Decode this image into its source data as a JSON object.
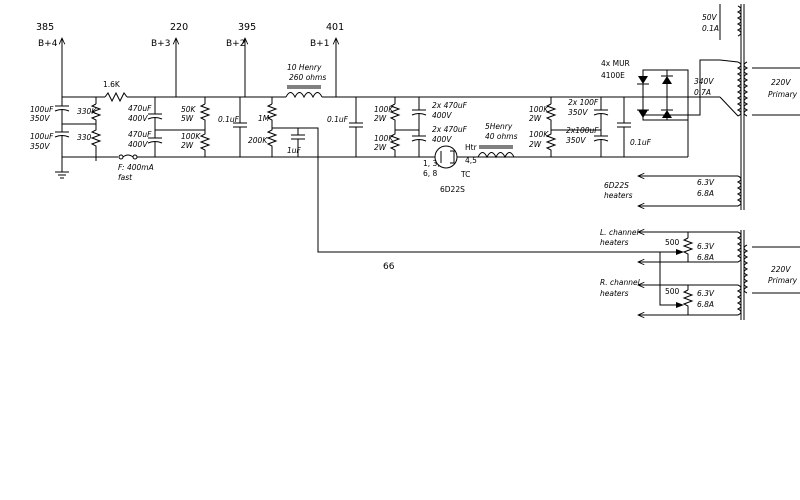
{
  "rails": [
    {
      "voltage": "385",
      "name": "B+4"
    },
    {
      "voltage": "220",
      "name": "B+3"
    },
    {
      "voltage": "395",
      "name": "B+2"
    },
    {
      "voltage": "401",
      "name": "B+1"
    }
  ],
  "components": {
    "c_b4_top": [
      "100uF",
      "350V"
    ],
    "c_b4_bot": [
      "100uF",
      "350V"
    ],
    "r_b4_top": "330K",
    "r_b4_bot": "330",
    "r_series": "1.6K",
    "fuse": [
      "F: 400mA",
      "fast"
    ],
    "c_470_top": [
      "470uF",
      "400V"
    ],
    "c_470_bot": [
      "470uF",
      "400V"
    ],
    "r_50k": [
      "50K",
      "5W"
    ],
    "r_100k_a": [
      "100K",
      "2W"
    ],
    "c_01_a": "0.1uF",
    "r_1m": "1M",
    "r_200k": "200K",
    "c_1uf": "1uF",
    "choke1": [
      "10 Henry",
      "260 ohms"
    ],
    "c_01_b": "0.1uF",
    "r_100k_b": [
      "100K",
      "2W"
    ],
    "r_100k_c": [
      "100K",
      "2W"
    ],
    "c_2x470_top": [
      "2x 470uF",
      "400V"
    ],
    "c_2x470_bot": [
      "2x 470uF",
      "400V"
    ],
    "tube_pins": [
      "1, 3,",
      "6, 8"
    ],
    "tube_htr": [
      "Htr",
      "4,5"
    ],
    "tube_tc": "TC",
    "tube_name": "6D22S",
    "choke2": [
      "5Henry",
      "40 ohms"
    ],
    "r_100k_d": [
      "100K",
      "2W"
    ],
    "r_100k_e": [
      "100K",
      "2W"
    ],
    "c_2x100_top": [
      "2x 100F",
      "350V"
    ],
    "c_2x100_bot": [
      "2x100uF",
      "350V"
    ],
    "c_01_c": "0.1uF",
    "rectifier": [
      "4x MUR",
      "4100E"
    ]
  },
  "transformers": {
    "t1_sec_top": [
      "50V",
      "0.1A"
    ],
    "t1_sec_hv": [
      "340V",
      "0.7A"
    ],
    "t1_primary": [
      "220V",
      "Primary"
    ],
    "t1_heater": [
      "6.3V",
      "6.8A"
    ],
    "heater_6d22s_label": [
      "6D22S",
      "heaters"
    ],
    "t2_primary": [
      "220V",
      "Primary"
    ],
    "l_channel_label": [
      "L. channel",
      "heaters"
    ],
    "r_channel_label": [
      "R. channel",
      "heaters"
    ],
    "l_pot": "500",
    "r_pot": "500",
    "l_winding": [
      "6.3V",
      "6.8A"
    ],
    "r_winding": [
      "6.3V",
      "6.8A"
    ]
  },
  "page_number": "66"
}
